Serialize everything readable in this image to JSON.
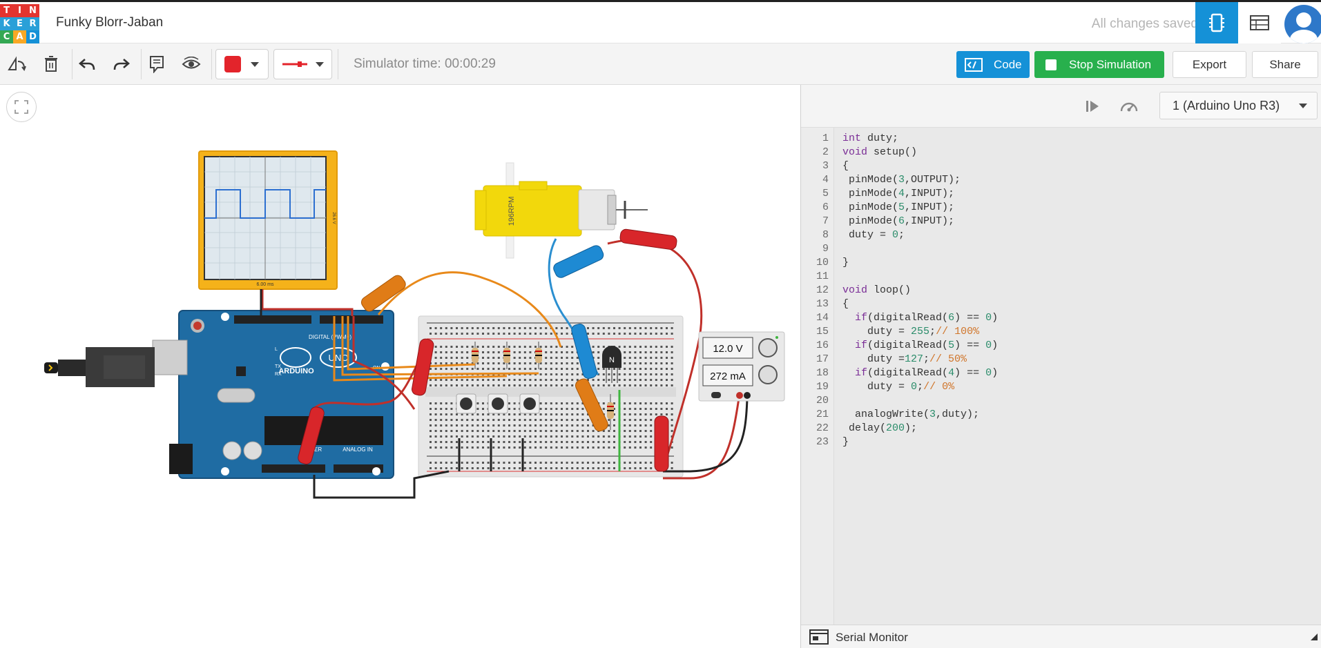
{
  "app": {
    "logo_letters": [
      "T",
      "I",
      "N",
      "K",
      "E",
      "R",
      "C",
      "A",
      "D"
    ],
    "logo_colors": [
      "#e3342f",
      "#e3342f",
      "#e3342f",
      "#2aa0d8",
      "#2aa0d8",
      "#2aa0d8",
      "#34a853",
      "#f9a825",
      "#1591d7"
    ],
    "project_title": "Funky Blorr-Jaban",
    "save_status": "All changes saved"
  },
  "toolbar": {
    "icons": [
      "rotate-icon",
      "trash-icon",
      "undo-icon",
      "redo-icon",
      "notes-icon",
      "eye-icon"
    ],
    "wire_color": "#e3242b",
    "simulator_time_label": "Simulator time: 00:00:29",
    "code_label": "Code",
    "stop_label": "Stop Simulation",
    "export_label": "Export",
    "share_label": "Share"
  },
  "canvas": {
    "oscilloscope_time_label": "6.00 ms",
    "oscilloscope_voltage_label": "26.6 V",
    "motor_label": "196RPM",
    "transistor_label": "N",
    "power_supply": {
      "voltage": "12.0 V",
      "current": "272 mA"
    },
    "arduino": {
      "brand": "ARDUINO",
      "model": "UNO",
      "digital_label": "DIGITAL (PWM~)",
      "analog_label": "ANALOG IN",
      "power_label": "POWER",
      "on_label": "ON",
      "tx": "TX",
      "rx": "RX",
      "l": "L"
    }
  },
  "code_panel": {
    "board": "1 (Arduino Uno R3)",
    "serial_monitor_label": "Serial Monitor",
    "lines": [
      "int duty;",
      "void setup()",
      "{",
      " pinMode(3,OUTPUT);",
      " pinMode(4,INPUT);",
      " pinMode(5,INPUT);",
      " pinMode(6,INPUT);",
      " duty = 0;",
      "",
      "}",
      "",
      "void loop()",
      "{",
      "  if(digitalRead(6) == 0)",
      "    duty = 255;// 100%",
      "  if(digitalRead(5) == 0)",
      "    duty =127;// 50%",
      "  if(digitalRead(4) == 0)",
      "    duty = 0;// 0%",
      "",
      "  analogWrite(3,duty);",
      " delay(200);",
      "}"
    ]
  }
}
